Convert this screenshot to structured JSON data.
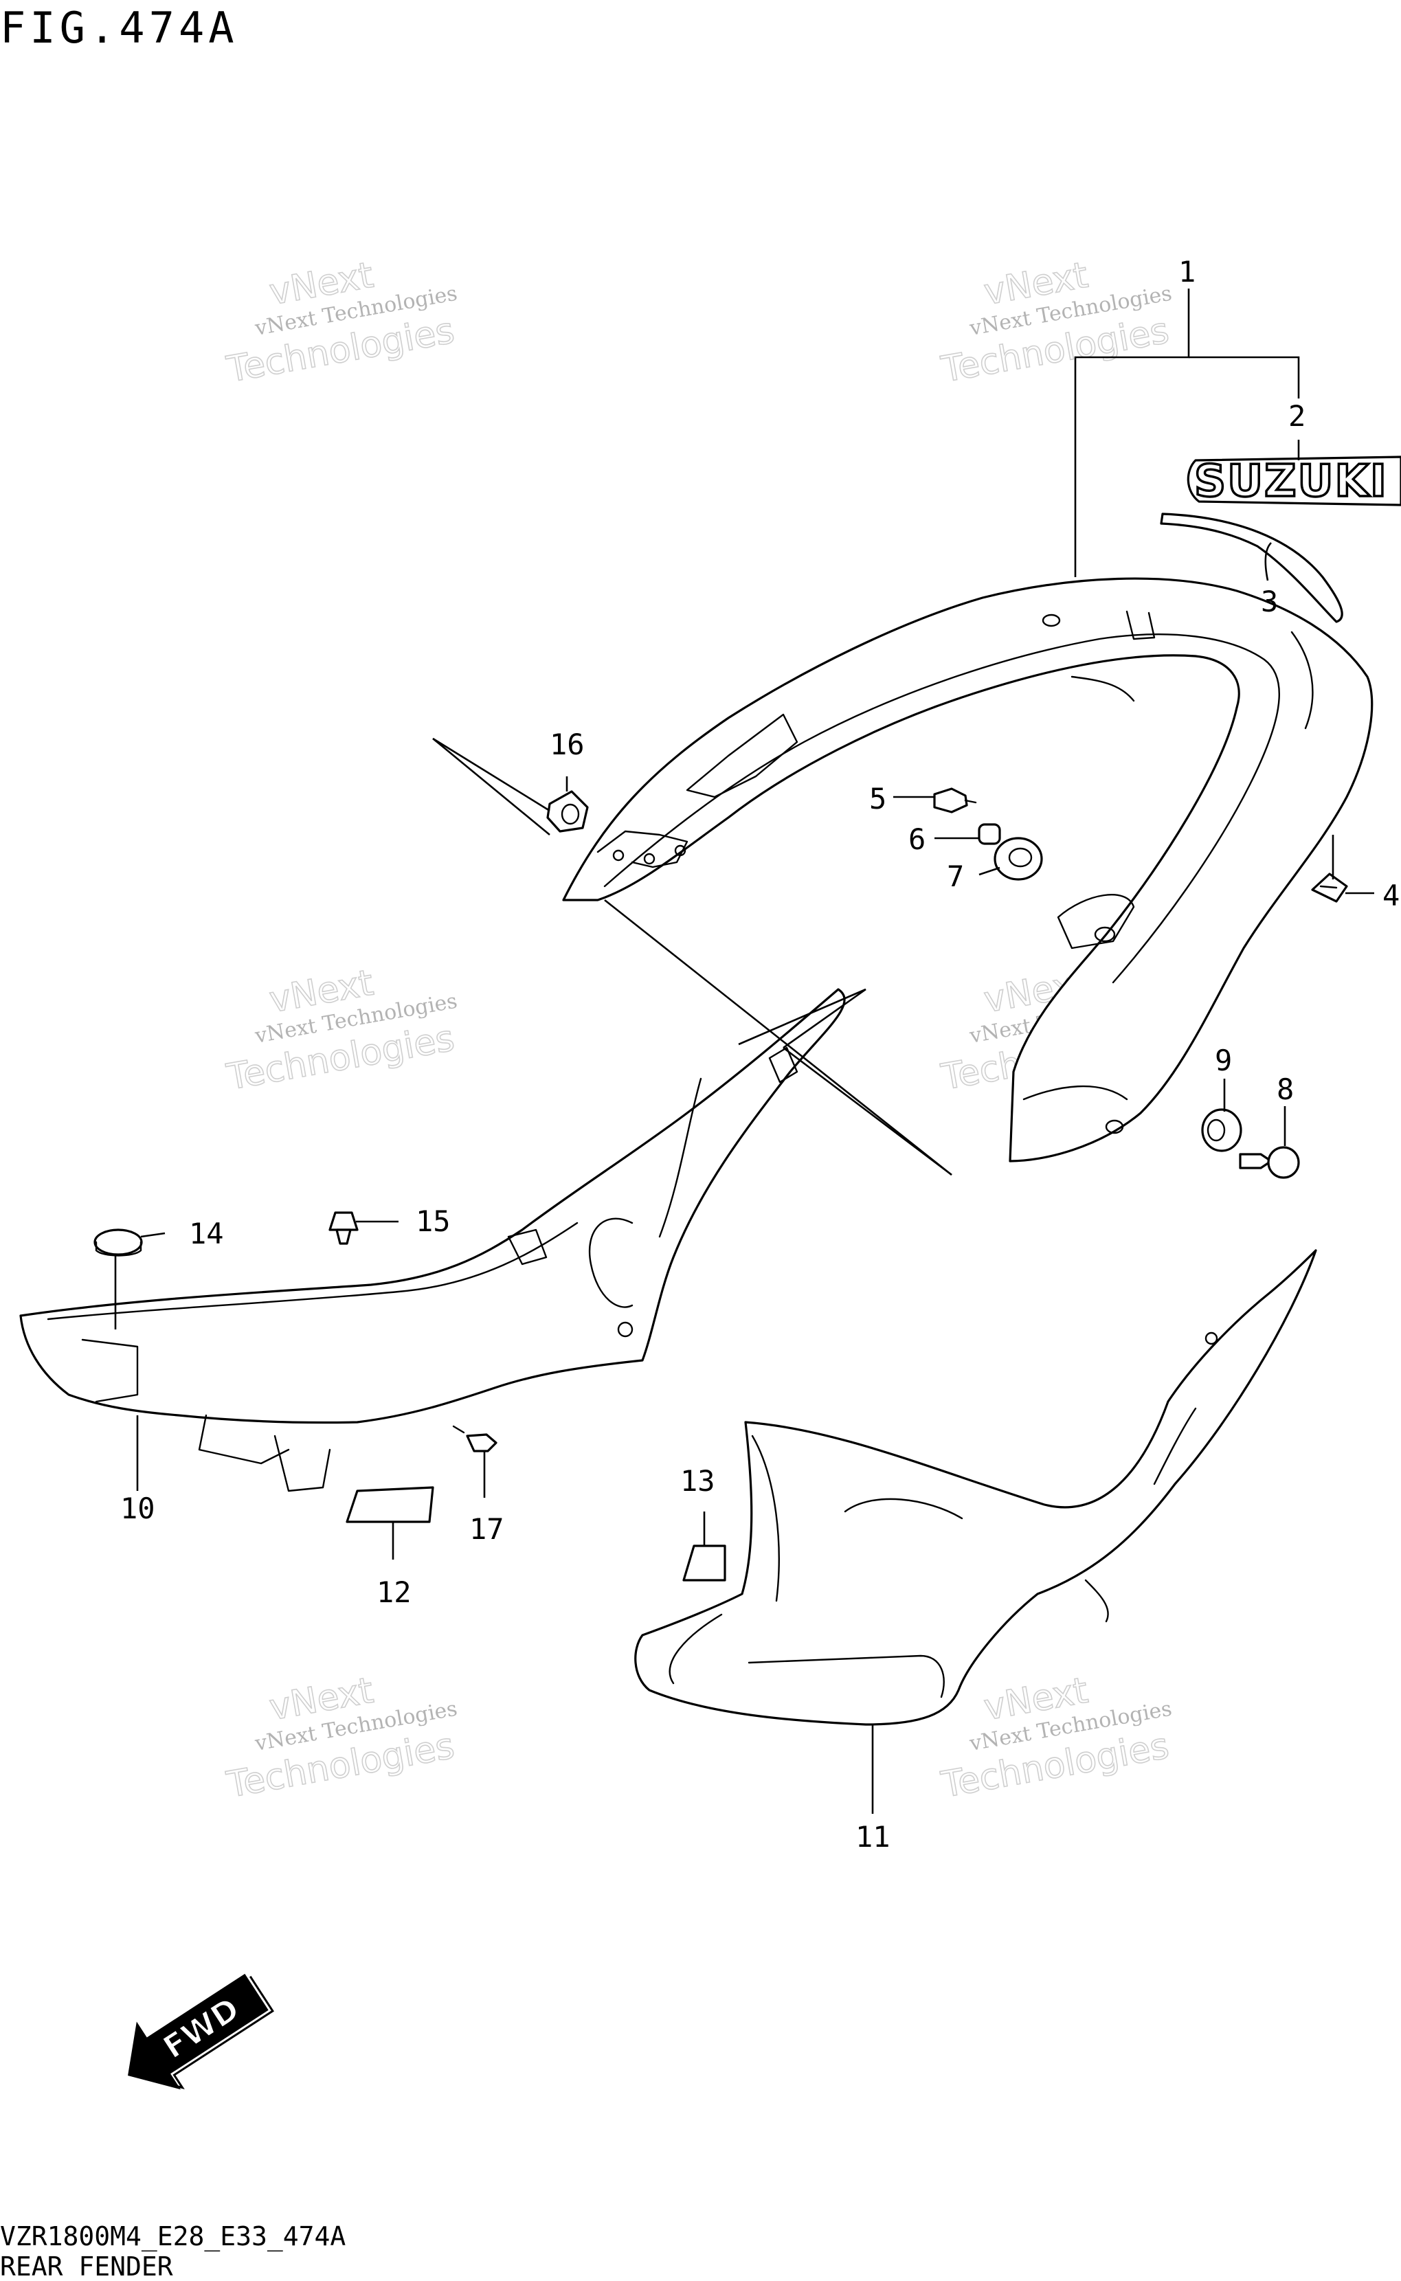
{
  "figure": {
    "title": "FIG.474A",
    "code": "VZR1800M4_E28_E33_474A",
    "caption": "REAR FENDER"
  },
  "watermark": {
    "line1": "vNext Technologies",
    "line2": "vNext",
    "line3": "Technologies"
  },
  "logo_text": "SUZUKI",
  "fwd_label": "FWD",
  "callouts": {
    "p1": "1",
    "p2": "2",
    "p3": "3",
    "p4": "4",
    "p5": "5",
    "p6": "6",
    "p7": "7",
    "p8": "8",
    "p9": "9",
    "p10": "10",
    "p11": "11",
    "p12": "12",
    "p13": "13",
    "p14": "14",
    "p15": "15",
    "p16": "16",
    "p17": "17"
  }
}
